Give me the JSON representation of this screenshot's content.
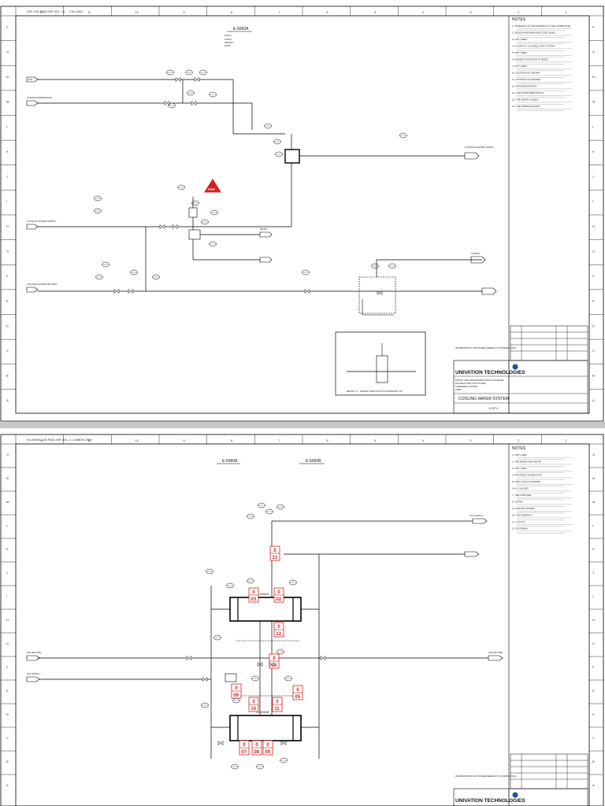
{
  "sheet1": {
    "header_left": "E0F-CW-P&ID-MP-001 -1A",
    "header_rev": "CW-1963",
    "columns": [
      "1",
      "2",
      "3",
      "4",
      "5",
      "6",
      "7",
      "8",
      "9",
      "10",
      "11",
      "12"
    ],
    "rows": [
      "A",
      "B",
      "C",
      "D",
      "E",
      "F",
      "G",
      "H",
      "I",
      "J",
      "K",
      "L",
      "M",
      "N",
      "O",
      "P"
    ],
    "equipment_tag": "E-5060A",
    "notes_title": "NOTES",
    "notes": [
      "1. WORDING IN THIS DRAWING IS THE COMPOSITE",
      "2. DESIGN AND MANUFACTURE SHALL",
      "3. NOT USED",
      "4. FLOWS TO CLOSED LOOP SYSTEM",
      "5. NOT USED",
      "6. MAKEUP DISTANCE OF BODY",
      "7. NOT USED",
      "8. LOCATION AS SHOWN",
      "9. LOCATION OF SAMPLE",
      "10. PROVIDE BYPASS",
      "11. THE INSTRUMENTATION",
      "12. THE DRAIN VALVES",
      "13. THE ORDER SHOWN"
    ],
    "line_labels": {
      "top_left": "DW",
      "steam_condensate": "STEAM CONDENSATE",
      "cw_supply": "COOLING WATER SUPPLY",
      "cw_return": "COOLING WATER RETURN",
      "cw_supply_right": "COOLING WATER SUPPLY",
      "drain": "DRAIN",
      "steam": "STEAM"
    },
    "hazard_label": "FIRE",
    "detail_caption": "DETAIL 'A' - STEAM INJECTION TO E-5060A/B C.W.",
    "company": "UNIVATION TECHNOLOGIES",
    "title_block": {
      "line1": "PIPING AND INSTRUMENTATION DIAGRAM",
      "line2": "PE REACTOR CW SYSTEM",
      "line3": "TEMPERED WATER",
      "line4": "TRIM",
      "title": "COOLING WATER SYSTEM",
      "drawing_no": "P&ID",
      "sheet": "1 OF 2"
    },
    "info_note": "INFORMATION CONTAINED HEREIN IS CONFIDENTIAL"
  },
  "sheet2": {
    "header_left": "E0-5504F-CW-P&ID-MP-001 -2 -UAM",
    "header_rev": "CW-1963",
    "columns": [
      "1",
      "2",
      "3",
      "4",
      "5",
      "6",
      "7",
      "8",
      "9",
      "10",
      "11",
      "12"
    ],
    "rows": [
      "A",
      "B",
      "C",
      "D",
      "E",
      "F",
      "G",
      "H",
      "I",
      "J",
      "K",
      "L",
      "M",
      "N",
      "O"
    ],
    "equipment_1": "E-5060A",
    "equipment_2": "E-5060B",
    "exchanger_a": "E-5060A",
    "exchanger_b": "E-5060B",
    "notes_title": "NOTES",
    "notes": [
      "1. NOT USED",
      "2. THE DRAIN AND VENTS",
      "3. NOT USED",
      "4. PROVIDE CONNECTION",
      "5. FOR LOCAL FLUSHING",
      "6. ALL VALVES",
      "7. THE LINE SIZE",
      "8. NOTES",
      "9. COOLING WATER",
      "10. TWO BRANCH",
      "11. LAYOUT",
      "12. EXTERNAL"
    ],
    "red_tags": [
      {
        "top": "0",
        "bottom": "03"
      },
      {
        "top": "0",
        "bottom": "02"
      },
      {
        "top": "0",
        "bottom": "13"
      },
      {
        "top": "0",
        "bottom": "12"
      },
      {
        "top": "0",
        "bottom": "04"
      },
      {
        "top": "0",
        "bottom": "06"
      },
      {
        "top": "0",
        "bottom": "10"
      },
      {
        "top": "0",
        "bottom": "11"
      },
      {
        "top": "0",
        "bottom": "05"
      },
      {
        "top": "0",
        "bottom": "07"
      },
      {
        "top": "0",
        "bottom": "08"
      },
      {
        "top": "0",
        "bottom": "09"
      }
    ],
    "line_labels": {
      "left_in": "CW RETURN",
      "left_in2": "CW SUPPLY",
      "right_out": "CW RETURN",
      "top_right": "CW SUPPLY"
    },
    "company": "UNIVATION TECHNOLOGIES",
    "info_note": "INFORMATION CONTAINED HEREIN IS CONFIDENTIAL"
  }
}
